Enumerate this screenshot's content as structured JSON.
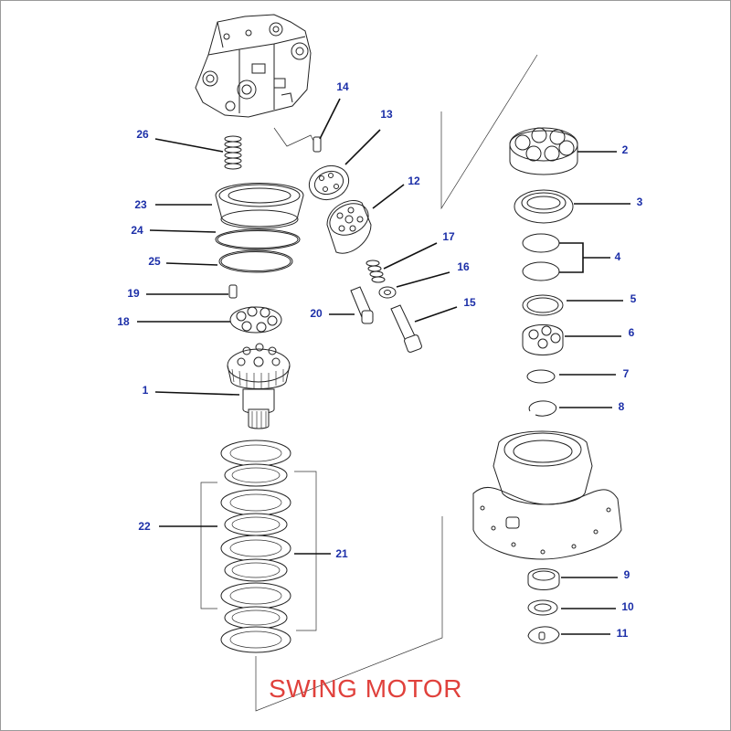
{
  "caption": {
    "title": "SWING MOTOR",
    "color": "#e0413c"
  },
  "label_color": "#1c2fa8",
  "parts": [
    {
      "id": "part-1",
      "number": "1"
    },
    {
      "id": "part-2",
      "number": "2"
    },
    {
      "id": "part-3",
      "number": "3"
    },
    {
      "id": "part-4",
      "number": "4"
    },
    {
      "id": "part-5",
      "number": "5"
    },
    {
      "id": "part-6",
      "number": "6"
    },
    {
      "id": "part-7",
      "number": "7"
    },
    {
      "id": "part-8",
      "number": "8"
    },
    {
      "id": "part-9",
      "number": "9"
    },
    {
      "id": "part-10",
      "number": "10"
    },
    {
      "id": "part-11",
      "number": "11"
    },
    {
      "id": "part-12",
      "number": "12"
    },
    {
      "id": "part-13",
      "number": "13"
    },
    {
      "id": "part-14",
      "number": "14"
    },
    {
      "id": "part-15",
      "number": "15"
    },
    {
      "id": "part-16",
      "number": "16"
    },
    {
      "id": "part-17",
      "number": "17"
    },
    {
      "id": "part-18",
      "number": "18"
    },
    {
      "id": "part-19",
      "number": "19"
    },
    {
      "id": "part-20",
      "number": "20"
    },
    {
      "id": "part-21",
      "number": "21"
    },
    {
      "id": "part-22",
      "number": "22"
    },
    {
      "id": "part-23",
      "number": "23"
    },
    {
      "id": "part-24",
      "number": "24"
    },
    {
      "id": "part-25",
      "number": "25"
    },
    {
      "id": "part-26",
      "number": "26"
    }
  ]
}
